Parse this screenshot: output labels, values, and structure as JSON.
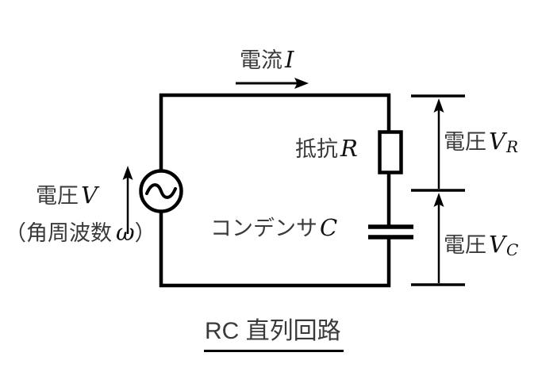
{
  "colors": {
    "line": "#000000",
    "kanji": "#3a3a3a",
    "math": "#111111",
    "background": "#ffffff"
  },
  "labels": {
    "current": {
      "text": "電流",
      "symbol": "I"
    },
    "resistor": {
      "text": "抵抗",
      "symbol": "R"
    },
    "capacitor": {
      "text": "コンデンサ",
      "symbol": "C"
    },
    "source_voltage": {
      "text": "電圧",
      "symbol": "V"
    },
    "angular_frequency": {
      "open": "（",
      "text": "角周波数",
      "symbol": "ω",
      "close": "）"
    },
    "voltage_r": {
      "text": "電圧",
      "symbol": "V",
      "sub": "R"
    },
    "voltage_c": {
      "text": "電圧",
      "symbol": "V",
      "sub": "C"
    },
    "title": "RC 直列回路"
  },
  "components": {
    "source": "AC voltage source",
    "resistor": "resistor R",
    "capacitor": "capacitor C"
  }
}
